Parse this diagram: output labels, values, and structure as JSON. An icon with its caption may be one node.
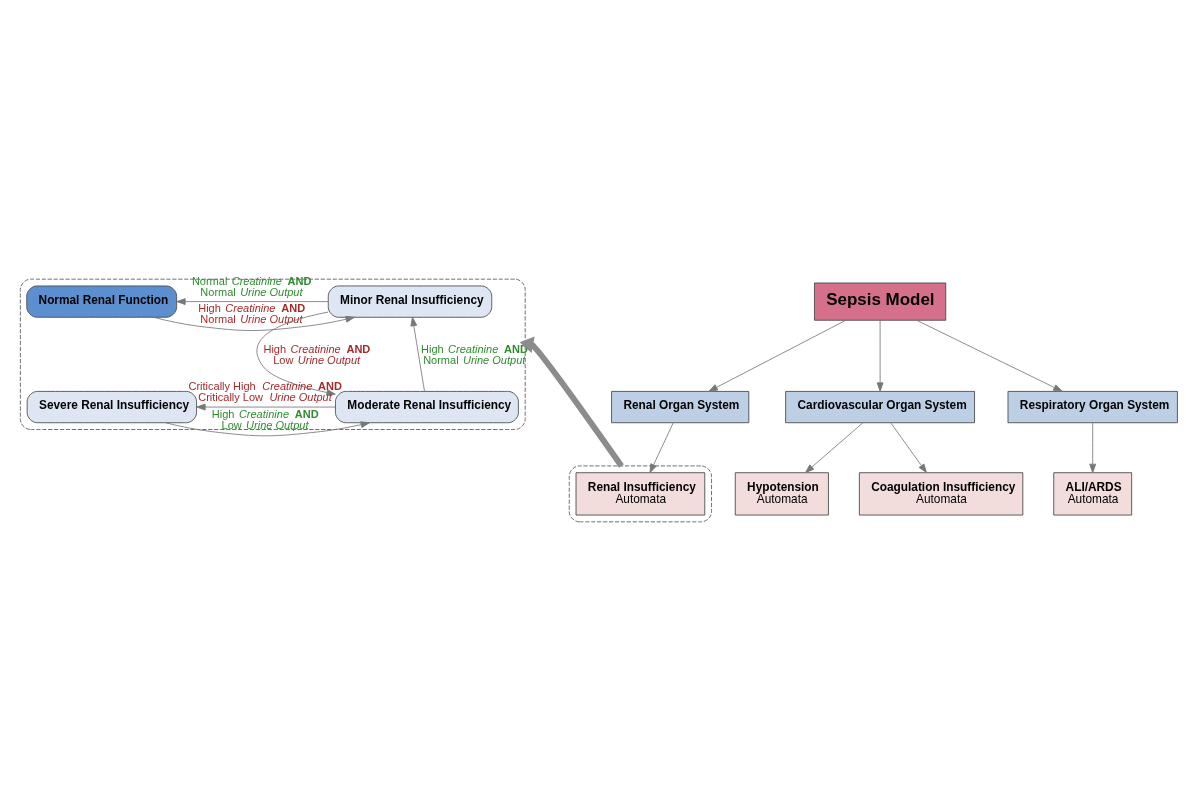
{
  "diagram": {
    "nodes": [
      {
        "text": [],
        "shape": "box"
      },
      {
        "text": [
          "Normal Renal Function"
        ],
        "in": 0
      },
      {
        "text": [
          "Minor Renal Insufficiency"
        ],
        "in": 0
      },
      {
        "text": [
          "Severe Renal Insufficiency"
        ],
        "in": 0
      },
      {
        "text": [
          "Moderate Renal Insufficiency"
        ],
        "in": 0
      },
      {
        "text": [
          "Sepsis Model"
        ]
      },
      {
        "text": [
          "Renal Organ System"
        ]
      },
      {
        "text": [
          "Cardiovascular Organ System"
        ]
      },
      {
        "text": [
          "Respiratory Organ System"
        ]
      },
      {
        "text": [],
        "shape": "box"
      },
      {
        "text": [
          "Renal Insufficiency",
          "Automata"
        ],
        "in": 9
      },
      {
        "text": [
          "Hypotension",
          "Automata"
        ]
      },
      {
        "text": [
          "Coagulation Insufficiency",
          "Automata"
        ]
      },
      {
        "text": [
          "ALI/ARDS",
          "Automata"
        ]
      }
    ],
    "edges": [
      {
        "from": 1,
        "to": 2,
        "arrow": "to",
        "label": "High *Creatinine* **AND** Normal *Urine Output*"
      },
      {
        "from": 2,
        "to": 1,
        "arrow": "to",
        "label": "Normal *Creatinine* **AND** Normal *Urine Output*"
      },
      {
        "from": 2,
        "to": 4,
        "arrow": "to",
        "label": "High *Creatinine* **AND** Low *Urine Output*"
      },
      {
        "from": 4,
        "to": 2,
        "arrow": "to",
        "label": "High *Creatinine* **AND** Normal *Urine Output*"
      },
      {
        "from": 4,
        "to": 3,
        "arrow": "to",
        "label": "Critically High *Creatinine* **AND** Critically Low *Urine Output*"
      },
      {
        "from": 3,
        "to": 4,
        "arrow": "to",
        "label": "High *Creatinine* **AND** Low *Urine Output*"
      },
      {
        "from": 5,
        "to": 6,
        "arrow": "to"
      },
      {
        "from": 5,
        "to": 7,
        "arrow": "to"
      },
      {
        "from": 5,
        "to": 8,
        "arrow": "to"
      },
      {
        "from": 6,
        "to": 10,
        "arrow": "to"
      },
      {
        "from": 7,
        "to": 11,
        "arrow": "to"
      },
      {
        "from": 7,
        "to": 12,
        "arrow": "to"
      },
      {
        "from": 8,
        "to": 13,
        "arrow": "to"
      },
      {
        "from": 9,
        "to": 0,
        "arrow": "to",
        "style": "thick",
        "color": "#8c8c8c"
      }
    ]
  }
}
